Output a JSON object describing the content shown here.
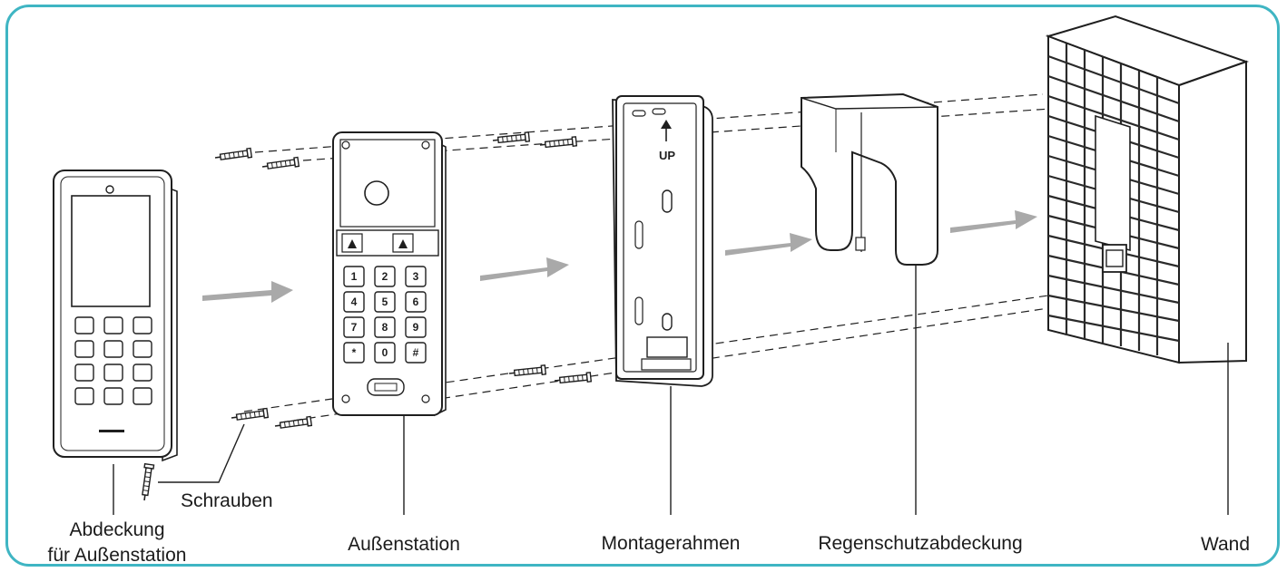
{
  "labels": {
    "schrauben": "Schrauben",
    "abdeckung_line1": "Abdeckung",
    "abdeckung_line2": "für Außenstation",
    "aussenstation": "Außenstation",
    "montagerahmen": "Montagerahmen",
    "regenschutz": "Regenschutzabdeckung",
    "wand": "Wand"
  },
  "frame_mark": "UP",
  "keypad_keys": [
    "1",
    "2",
    "3",
    "4",
    "5",
    "6",
    "7",
    "8",
    "9",
    "*",
    "0",
    "#"
  ],
  "colors": {
    "frame_border": "#3fb5c3",
    "arrow": "#a9a9a9",
    "line": "#1f1f1f"
  }
}
